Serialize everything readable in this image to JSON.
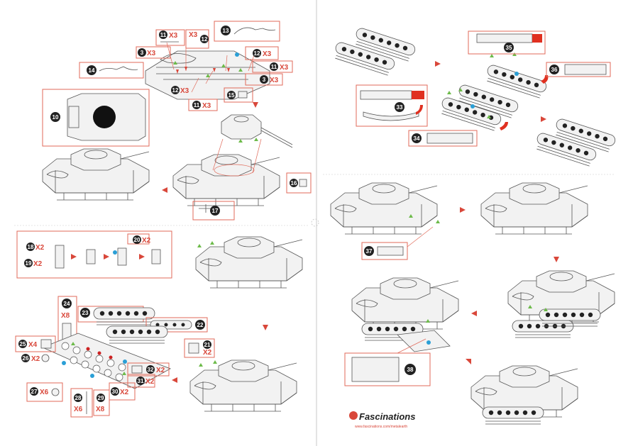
{
  "brand": {
    "name": "Fascinations",
    "url": "www.fascinations.com/metalearth"
  },
  "colors": {
    "callout": "#d9473a",
    "accent_green": "#6dbb4a",
    "accent_blue": "#2a9fd6"
  },
  "callouts": {
    "p10": "10",
    "p11a": "11",
    "p11a_qty": "X3",
    "p11b": "11",
    "p11b_qty": "X3",
    "p11c": "11",
    "p11c_qty": "X3",
    "p12a": "12",
    "p12b": "12",
    "p12b_qty": "X3",
    "p12c": "12",
    "p12c_qty": "X3",
    "x3top": "X3",
    "p3a": "3",
    "p3a_qty": "X3",
    "p3b": "3",
    "p3b_qty": "X3",
    "p13": "13",
    "p14": "14",
    "p15": "15",
    "p16": "16",
    "p17": "17",
    "p18": "18",
    "p18_qty": "X2",
    "p19": "19",
    "p19_qty": "X2",
    "p20": "20",
    "p20_qty": "X2",
    "p21": "21",
    "p21_qty": "X2",
    "p22": "22",
    "p23": "23",
    "p24": "24",
    "p24_qty": "X8",
    "p25": "25",
    "p25_qty": "X4",
    "p26": "26",
    "p26_qty": "X2",
    "p27": "27",
    "p27_qty": "X6",
    "p28": "28",
    "p28_qty": "X6",
    "p29": "29",
    "p29_qty": "X8",
    "p30": "30",
    "p30_qty": "X2",
    "p31": "31",
    "p31_qty": "X2",
    "p32": "32",
    "p32_qty": "X2",
    "p33": "33",
    "p34": "34",
    "p35": "35",
    "p36": "36",
    "p37": "37",
    "p38": "38"
  }
}
